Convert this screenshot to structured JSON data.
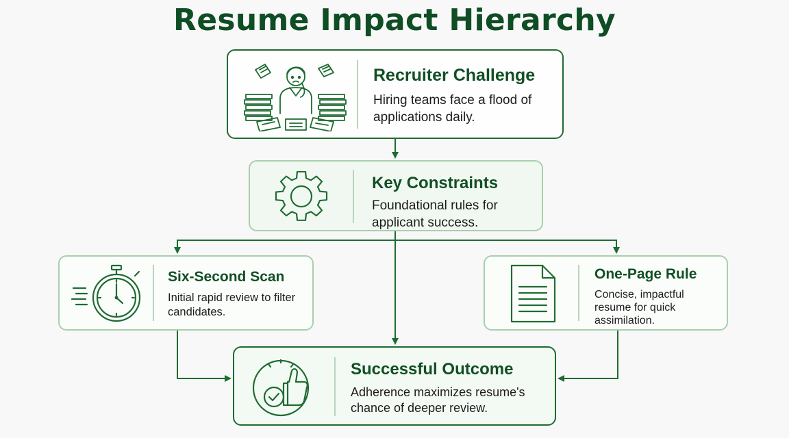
{
  "title": "Resume Impact Hierarchy",
  "nodes": {
    "recruiter_challenge": {
      "heading": "Recruiter Challenge",
      "description": "Hiring teams face a flood of applications daily.",
      "icon": "overwhelmed-recruiter-icon"
    },
    "key_constraints": {
      "heading": "Key Constraints",
      "description": "Foundational rules for applicant success.",
      "icon": "gear-icon"
    },
    "six_second_scan": {
      "heading": "Six-Second Scan",
      "description": "Initial rapid review to filter candidates.",
      "icon": "stopwatch-icon"
    },
    "one_page_rule": {
      "heading": "One-Page Rule",
      "description": "Concise, impactful resume for quick assimilation.",
      "icon": "document-icon"
    },
    "successful_outcome": {
      "heading": "Successful Outcome",
      "description": "Adherence maximizes resume's chance of deeper review.",
      "icon": "thumbs-up-check-icon"
    }
  },
  "edges": [
    {
      "from": "recruiter_challenge",
      "to": "key_constraints"
    },
    {
      "from": "key_constraints",
      "to": "six_second_scan"
    },
    {
      "from": "key_constraints",
      "to": "one_page_rule"
    },
    {
      "from": "key_constraints",
      "to": "successful_outcome"
    },
    {
      "from": "six_second_scan",
      "to": "successful_outcome"
    },
    {
      "from": "one_page_rule",
      "to": "successful_outcome"
    }
  ],
  "colors": {
    "title": "#0f4d24",
    "accent": "#1f6b32",
    "light_border": "#a9cfad",
    "connector": "#1f6b32"
  }
}
